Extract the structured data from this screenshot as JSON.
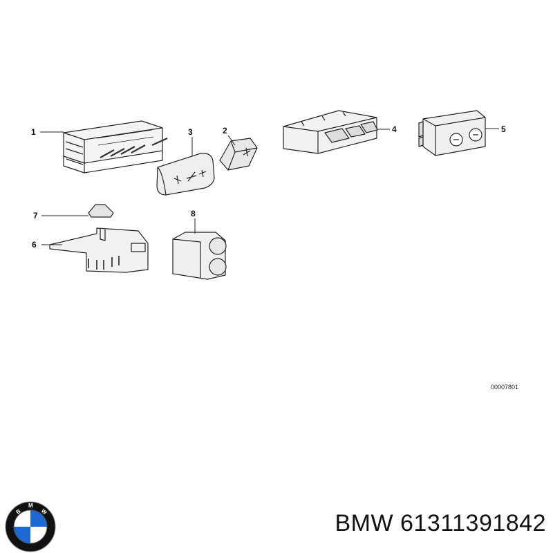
{
  "diagram": {
    "callouts": [
      "1",
      "2",
      "3",
      "4",
      "5",
      "6",
      "7",
      "8"
    ],
    "drawing_code": "00007801"
  },
  "footer": {
    "part_number_text": "BMW 61311391842",
    "logo_lettering": "BMW",
    "logo_colors": {
      "ring": "#111111",
      "blue": "#1c69d4",
      "white": "#ffffff"
    }
  }
}
